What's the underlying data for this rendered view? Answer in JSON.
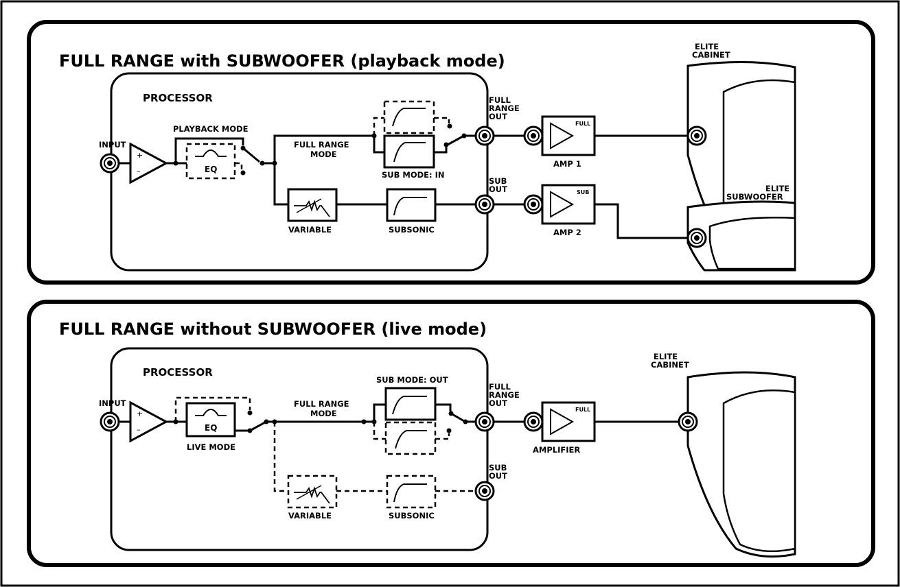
{
  "panel1": {
    "title": "FULL RANGE with SUBWOOFER (playback mode)",
    "processor_label": "PROCESSOR",
    "input_label": "INPUT",
    "playback_mode_label": "PLAYBACK MODE",
    "eq_label": "EQ",
    "full_range_mode_label": [
      "FULL RANGE",
      "MODE"
    ],
    "sub_mode_label": "SUB MODE: IN",
    "variable_label": "VARIABLE",
    "subsonic_label": "SUBSONIC",
    "full_range_out_label": [
      "FULL",
      "RANGE",
      "OUT"
    ],
    "sub_out_label": [
      "SUB",
      "OUT"
    ],
    "amp1_label": "AMP 1",
    "amp1_tag": "FULL",
    "amp2_label": "AMP 2",
    "amp2_tag": "SUB",
    "cabinet_label": [
      "ELITE",
      "CABINET"
    ],
    "subwoofer_label": [
      "ELITE",
      "SUBWOOFER"
    ]
  },
  "panel2": {
    "title": "FULL RANGE without SUBWOOFER (live mode)",
    "processor_label": "PROCESSOR",
    "input_label": "INPUT",
    "eq_label": "EQ",
    "live_mode_label": "LIVE MODE",
    "full_range_mode_label": [
      "FULL RANGE",
      "MODE"
    ],
    "sub_mode_label": "SUB MODE: OUT",
    "variable_label": "VARIABLE",
    "subsonic_label": "SUBSONIC",
    "full_range_out_label": [
      "FULL",
      "RANGE",
      "OUT"
    ],
    "sub_out_label": [
      "SUB",
      "OUT"
    ],
    "amplifier_label": "AMPLIFIER",
    "amplifier_tag": "FULL",
    "cabinet_label": [
      "ELITE",
      "CABINET"
    ]
  },
  "opamp_plus": "+",
  "opamp_minus": "–"
}
